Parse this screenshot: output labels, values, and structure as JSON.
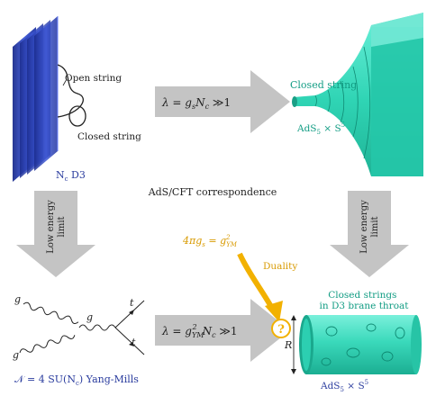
{
  "top_left": {
    "open_string": "Open string",
    "closed_string": "Closed string",
    "branes": "N",
    "branes_sub": "c",
    "branes_suffix": " D3"
  },
  "top_arrow": {
    "lambda": "λ = ",
    "g": "g",
    "g_sub": "s",
    "n": "N",
    "n_sub": "c",
    "rel": " ≫1"
  },
  "top_right": {
    "closed_string": "Closed string",
    "ads": "AdS",
    "ads_sub": "5",
    "times": " × S",
    "s_sup": "5"
  },
  "center_label": "AdS/CFT correspondence",
  "left_down_arrow": {
    "line1": "Low energy",
    "line2": "limit"
  },
  "right_down_arrow": {
    "line1": "Low energy",
    "line2": "limit"
  },
  "coupling": {
    "prefix": "4πg",
    "g_sub": "s",
    "eq": " = g",
    "ym_sub": "YM",
    "ym_sup": "2"
  },
  "duality_label": "Duality",
  "bottom_left": {
    "g_top": "g",
    "g_bottom": "g",
    "g_mid": "g",
    "t_top": "t",
    "t_bottom": "t",
    "theory": "𝒩 = 4 SU(N",
    "theory_sub": "c",
    "theory_suffix": ") Yang-Mills"
  },
  "bottom_arrow": {
    "lambda": "λ = g",
    "ym_sub": "YM",
    "ym_sup": "2",
    "n": "N",
    "n_sub": "c",
    "rel": " ≫1"
  },
  "question_mark": "?",
  "bottom_right": {
    "title_line1": "Closed strings",
    "title_line2": "in D3 brane throat",
    "radius": "R",
    "ads": "AdS",
    "ads_sub": "5",
    "times": " × S",
    "s_sup": "5"
  },
  "colors": {
    "brane_blue": "#2b3fae",
    "teal": "#2fd4b4",
    "teal_dark": "#17a88c",
    "arrow_gray": "#c4c4c4",
    "text_blue": "#2a3c9e",
    "text_teal": "#119c83",
    "duality_orange": "#f2b100"
  }
}
